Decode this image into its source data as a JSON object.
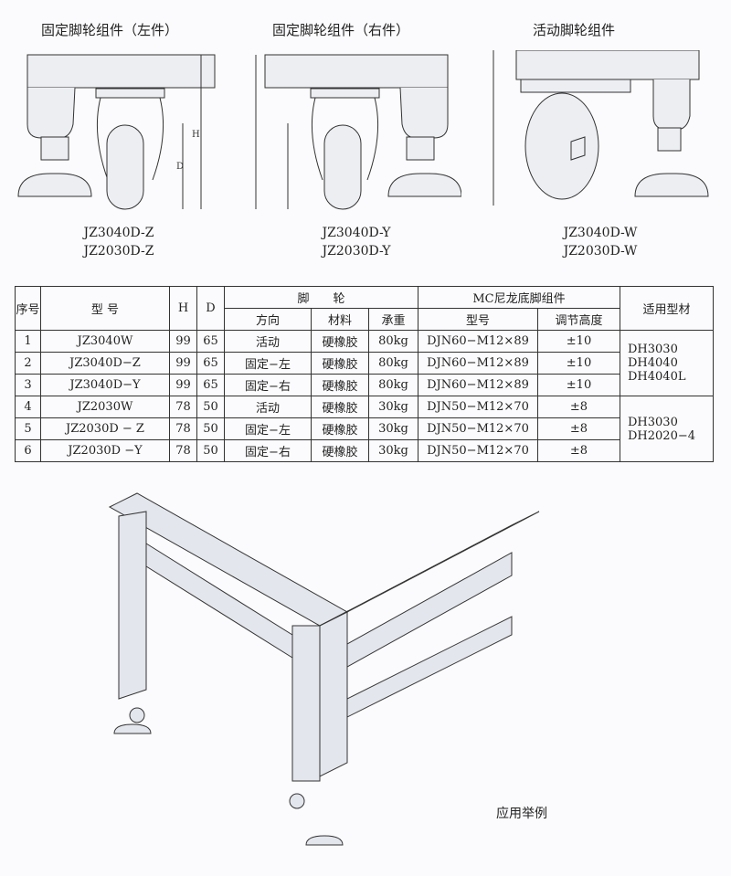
{
  "titles": [
    "固定脚轮组件（左件）",
    "固定脚轮组件（右件）",
    "活动脚轮组件"
  ],
  "models": [
    [
      "JZ3040D-Z",
      "JZ2030D-Z"
    ],
    [
      "JZ3040D-Y",
      "JZ2030D-Y"
    ],
    [
      "JZ3040D-W",
      "JZ2030D-W"
    ]
  ],
  "dim": {
    "h": "H",
    "d": "D"
  },
  "table": {
    "headers": {
      "no": "序号",
      "model": "型 号",
      "h": "H",
      "d": "D",
      "caster": "脚　　轮",
      "dir": "方向",
      "mat": "材料",
      "load": "承重",
      "foot": "MC尼龙底脚组件",
      "foot_model": "型号",
      "adjust": "调节高度",
      "profile": "适用型材"
    },
    "rows": [
      [
        "1",
        "JZ3040W",
        "99",
        "65",
        "活动",
        "硬橡胶",
        "80kg",
        "DJN60−M12×89",
        "±10"
      ],
      [
        "2",
        "JZ3040D−Z",
        "99",
        "65",
        "固定−左",
        "硬橡胶",
        "80kg",
        "DJN60−M12×89",
        "±10"
      ],
      [
        "3",
        "JZ3040D−Y",
        "99",
        "65",
        "固定−右",
        "硬橡胶",
        "80kg",
        "DJN60−M12×89",
        "±10"
      ],
      [
        "4",
        "JZ2030W",
        "78",
        "50",
        "活动",
        "硬橡胶",
        "30kg",
        "DJN50−M12×70",
        "±8"
      ],
      [
        "5",
        "JZ2030D − Z",
        "78",
        "50",
        "固定−左",
        "硬橡胶",
        "30kg",
        "DJN50−M12×70",
        "±8"
      ],
      [
        "6",
        "JZ2030D −Y",
        "78",
        "50",
        "固定−右",
        "硬橡胶",
        "30kg",
        "DJN50−M12×70",
        "±8"
      ]
    ],
    "profiles": [
      [
        "DH3030",
        "DH4040",
        "DH4040L"
      ],
      [
        "DH3030",
        "DH2020−4"
      ]
    ]
  },
  "caption": "应用举例"
}
